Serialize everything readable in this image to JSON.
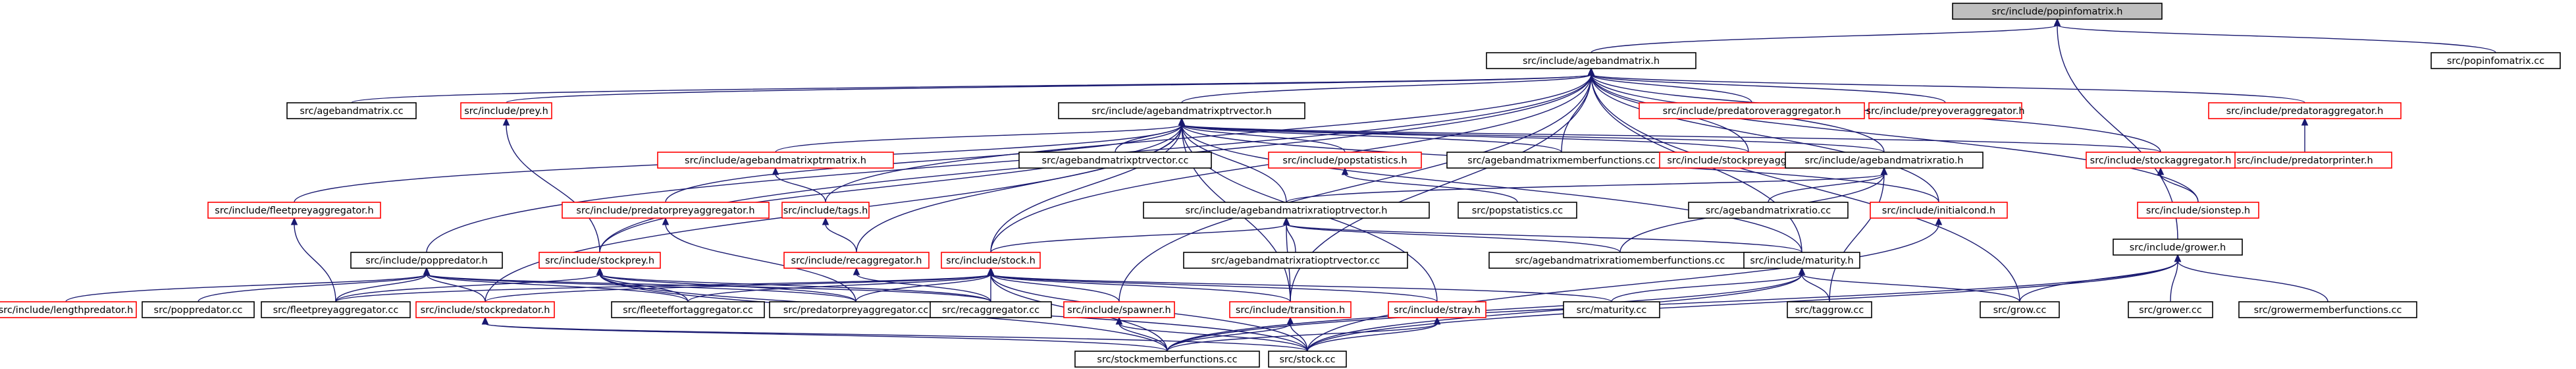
{
  "nodes": {
    "popinfomatrix_h": {
      "label": "src/include/popinfomatrix.h",
      "red": false,
      "root": true
    },
    "agebandmatrix_h": {
      "label": "src/include/agebandmatrix.h",
      "red": false
    },
    "popinfomatrix_cc": {
      "label": "src/popinfomatrix.cc",
      "red": false
    },
    "grower_h": {
      "label": "src/include/grower.h",
      "red": false
    },
    "agebandmatrix_cc": {
      "label": "src/agebandmatrix.cc",
      "red": false
    },
    "prey_h": {
      "label": "src/include/prey.h",
      "red": true
    },
    "agebandmatrixptrvector_h": {
      "label": "src/include/agebandmatrixptrvector.h",
      "red": false
    },
    "predatoroveraggregator_h": {
      "label": "src/include/predatoroveraggregator.h",
      "red": true
    },
    "preyoveraggregator_h": {
      "label": "src/include/preyoveraggregator.h",
      "red": true
    },
    "predatoraggregator_h": {
      "label": "src/include/predatoraggregator.h",
      "red": true
    },
    "predatorprinter_h": {
      "label": "src/include/predatorprinter.h",
      "red": true
    },
    "agebandmatrixptrmatrix_h": {
      "label": "src/include/agebandmatrixptrmatrix.h",
      "red": true
    },
    "agebandmatrixptrvector_cc": {
      "label": "src/agebandmatrixptrvector.cc",
      "red": false
    },
    "popstatistics_h": {
      "label": "src/include/popstatistics.h",
      "red": true
    },
    "agebandmatrixmemberfunctions_cc": {
      "label": "src/agebandmatrixmemberfunctions.cc",
      "red": false
    },
    "stockpreyaggregator_h": {
      "label": "src/include/stockpreyaggregator.h",
      "red": true
    },
    "agebandmatrixratio_h": {
      "label": "src/include/agebandmatrixratio.h",
      "red": false
    },
    "stockaggregator_h": {
      "label": "src/include/stockaggregator.h",
      "red": true
    },
    "fleetpreyaggregator_h": {
      "label": "src/include/fleetpreyaggregator.h",
      "red": true
    },
    "predatorpreyaggregator_h": {
      "label": "src/include/predatorpreyaggregator.h",
      "red": true
    },
    "tags_h": {
      "label": "src/include/tags.h",
      "red": true
    },
    "agebandmatrixratioptrvector_h": {
      "label": "src/include/agebandmatrixratioptrvector.h",
      "red": false
    },
    "popstatistics_cc": {
      "label": "src/popstatistics.cc",
      "red": false
    },
    "agebandmatrixratio_cc": {
      "label": "src/agebandmatrixratio.cc",
      "red": false
    },
    "initialcond_h": {
      "label": "src/include/initialcond.h",
      "red": true
    },
    "sionstep_h": {
      "label": "src/include/sionstep.h",
      "red": true
    },
    "poppredator_h": {
      "label": "src/include/poppredator.h",
      "red": false
    },
    "stockprey_h": {
      "label": "src/include/stockprey.h",
      "red": true
    },
    "recaggregator_h": {
      "label": "src/include/recaggregator.h",
      "red": true
    },
    "agebandmatrixratioptrvector_cc": {
      "label": "src/agebandmatrixratioptrvector.cc",
      "red": false
    },
    "stock_h": {
      "label": "src/include/stock.h",
      "red": true
    },
    "agebandmatrixratiomemberfunctions_cc": {
      "label": "src/agebandmatrixratiomemberfunctions.cc",
      "red": false
    },
    "maturity_h": {
      "label": "src/include/maturity.h",
      "red": false
    },
    "lengthpredator_h": {
      "label": "src/include/lengthpredator.h",
      "red": true
    },
    "poppredator_cc": {
      "label": "src/poppredator.cc",
      "red": false
    },
    "fleetpreyaggregator_cc": {
      "label": "src/fleetpreyaggregator.cc",
      "red": false
    },
    "stockpredator_h": {
      "label": "src/include/stockpredator.h",
      "red": true
    },
    "fleeteffortaggregator_cc": {
      "label": "src/fleeteffortaggregator.cc",
      "red": false
    },
    "predatorpreyaggregator_cc": {
      "label": "src/predatorpreyaggregator.cc",
      "red": false
    },
    "recaggregator_cc": {
      "label": "src/recaggregator.cc",
      "red": false
    },
    "spawner_h": {
      "label": "src/include/spawner.h",
      "red": true
    },
    "transition_h": {
      "label": "src/include/transition.h",
      "red": true
    },
    "stray_h": {
      "label": "src/include/stray.h",
      "red": true
    },
    "maturity_cc": {
      "label": "src/maturity.cc",
      "red": false
    },
    "taggrow_cc": {
      "label": "src/taggrow.cc",
      "red": false
    },
    "grow_cc": {
      "label": "src/grow.cc",
      "red": false
    },
    "grower_cc": {
      "label": "src/grower.cc",
      "red": false
    },
    "growermemberfunctions_cc": {
      "label": "src/growermemberfunctions.cc",
      "red": false
    },
    "stockmemberfunctions_cc": {
      "label": "src/stockmemberfunctions.cc",
      "red": false
    },
    "stock_cc": {
      "label": "src/stock.cc",
      "red": false
    }
  },
  "edges": [
    [
      "agebandmatrix_h",
      "popinfomatrix_h"
    ],
    [
      "popinfomatrix_cc",
      "popinfomatrix_h"
    ],
    [
      "grower_h",
      "popinfomatrix_h"
    ],
    [
      "agebandmatrix_cc",
      "agebandmatrix_h"
    ],
    [
      "prey_h",
      "agebandmatrix_h"
    ],
    [
      "agebandmatrixptrvector_h",
      "agebandmatrix_h"
    ],
    [
      "predatoroveraggregator_h",
      "agebandmatrix_h"
    ],
    [
      "preyoveraggregator_h",
      "agebandmatrix_h"
    ],
    [
      "predatoraggregator_h",
      "agebandmatrix_h"
    ],
    [
      "agebandmatrixmemberfunctions_cc",
      "agebandmatrix_h"
    ],
    [
      "stockpreyaggregator_h",
      "agebandmatrix_h"
    ],
    [
      "agebandmatrixratio_h",
      "agebandmatrix_h"
    ],
    [
      "stockaggregator_h",
      "agebandmatrix_h"
    ],
    [
      "sionstep_h",
      "agebandmatrix_h"
    ],
    [
      "poppredator_h",
      "agebandmatrix_h"
    ],
    [
      "tags_h",
      "agebandmatrix_h"
    ],
    [
      "stockprey_h",
      "agebandmatrix_h"
    ],
    [
      "stock_h",
      "agebandmatrix_h"
    ],
    [
      "initialcond_h",
      "agebandmatrix_h"
    ],
    [
      "maturity_h",
      "agebandmatrix_h"
    ],
    [
      "grow_cc",
      "agebandmatrix_h"
    ],
    [
      "spawner_h",
      "agebandmatrix_h"
    ],
    [
      "transition_h",
      "agebandmatrix_h"
    ],
    [
      "predatorprinter_h",
      "predatoraggregator_h"
    ],
    [
      "agebandmatrixptrmatrix_h",
      "agebandmatrixptrvector_h"
    ],
    [
      "agebandmatrixptrvector_cc",
      "agebandmatrixptrvector_h"
    ],
    [
      "popstatistics_h",
      "agebandmatrixptrvector_h"
    ],
    [
      "agebandmatrixmemberfunctions_cc",
      "agebandmatrixptrvector_h"
    ],
    [
      "stockpreyaggregator_h",
      "agebandmatrixptrvector_h"
    ],
    [
      "agebandmatrixratio_h",
      "agebandmatrixptrvector_h"
    ],
    [
      "stockaggregator_h",
      "agebandmatrixptrvector_h"
    ],
    [
      "fleetpreyaggregator_h",
      "agebandmatrixptrvector_h"
    ],
    [
      "predatorpreyaggregator_h",
      "agebandmatrixptrvector_h"
    ],
    [
      "agebandmatrixratioptrvector_h",
      "agebandmatrixptrvector_h"
    ],
    [
      "recaggregator_h",
      "agebandmatrixptrvector_h"
    ],
    [
      "stockprey_h",
      "agebandmatrixptrvector_h"
    ],
    [
      "stock_h",
      "agebandmatrixptrvector_h"
    ],
    [
      "stockpredator_h",
      "agebandmatrixptrvector_h"
    ],
    [
      "initialcond_h",
      "agebandmatrixptrvector_h"
    ],
    [
      "maturity_h",
      "agebandmatrixptrvector_h"
    ],
    [
      "transition_h",
      "agebandmatrixptrvector_h"
    ],
    [
      "stray_h",
      "agebandmatrixptrvector_h"
    ],
    [
      "tags_h",
      "agebandmatrixptrmatrix_h"
    ],
    [
      "popstatistics_cc",
      "popstatistics_h"
    ],
    [
      "sionstep_h",
      "stockaggregator_h"
    ],
    [
      "fleetpreyaggregator_cc",
      "fleetpreyaggregator_h"
    ],
    [
      "predatorpreyaggregator_cc",
      "predatorpreyaggregator_h"
    ],
    [
      "recaggregator_h",
      "tags_h"
    ],
    [
      "agebandmatrixratioptrvector_h",
      "agebandmatrixratio_h"
    ],
    [
      "agebandmatrixratio_cc",
      "agebandmatrixratio_h"
    ],
    [
      "agebandmatrixratiomemberfunctions_cc",
      "agebandmatrixratio_h"
    ],
    [
      "taggrow_cc",
      "agebandmatrixratio_h"
    ],
    [
      "agebandmatrixratioptrvector_cc",
      "agebandmatrixratioptrvector_h"
    ],
    [
      "stock_h",
      "agebandmatrixratioptrvector_h"
    ],
    [
      "agebandmatrixratiomemberfunctions_cc",
      "agebandmatrixratioptrvector_h"
    ],
    [
      "maturity_h",
      "agebandmatrixratioptrvector_h"
    ],
    [
      "transition_h",
      "agebandmatrixratioptrvector_h"
    ],
    [
      "stock_cc",
      "initialcond_h"
    ],
    [
      "stockprey_h",
      "prey_h"
    ],
    [
      "lengthpredator_h",
      "poppredator_h"
    ],
    [
      "poppredator_cc",
      "poppredator_h"
    ],
    [
      "fleetpreyaggregator_cc",
      "poppredator_h"
    ],
    [
      "stockpredator_h",
      "poppredator_h"
    ],
    [
      "predatorpreyaggregator_cc",
      "poppredator_h"
    ],
    [
      "fleeteffortaggregator_cc",
      "poppredator_h"
    ],
    [
      "recaggregator_cc",
      "poppredator_h"
    ],
    [
      "stockmemberfunctions_cc",
      "stockprey_h"
    ],
    [
      "stock_cc",
      "stockprey_h"
    ],
    [
      "fleeteffortaggregator_cc",
      "stockprey_h"
    ],
    [
      "fleetpreyaggregator_cc",
      "stockprey_h"
    ],
    [
      "predatorpreyaggregator_cc",
      "stockprey_h"
    ],
    [
      "recaggregator_cc",
      "stockprey_h"
    ],
    [
      "recaggregator_cc",
      "recaggregator_h"
    ],
    [
      "fleetpreyaggregator_cc",
      "stock_h"
    ],
    [
      "stockpredator_h",
      "stock_h"
    ],
    [
      "fleeteffortaggregator_cc",
      "stock_h"
    ],
    [
      "predatorpreyaggregator_cc",
      "stock_h"
    ],
    [
      "recaggregator_cc",
      "stock_h"
    ],
    [
      "spawner_h",
      "stock_h"
    ],
    [
      "transition_h",
      "stock_h"
    ],
    [
      "stray_h",
      "stock_h"
    ],
    [
      "maturity_cc",
      "stock_h"
    ],
    [
      "stockmemberfunctions_cc",
      "stock_h"
    ],
    [
      "stock_cc",
      "stock_h"
    ],
    [
      "maturity_cc",
      "maturity_h"
    ],
    [
      "taggrow_cc",
      "maturity_h"
    ],
    [
      "grow_cc",
      "maturity_h"
    ],
    [
      "stockmemberfunctions_cc",
      "maturity_h"
    ],
    [
      "stock_cc",
      "maturity_h"
    ],
    [
      "stockmemberfunctions_cc",
      "stockpredator_h"
    ],
    [
      "stock_cc",
      "stockpredator_h"
    ],
    [
      "stockmemberfunctions_cc",
      "spawner_h"
    ],
    [
      "stock_cc",
      "spawner_h"
    ],
    [
      "stockmemberfunctions_cc",
      "transition_h"
    ],
    [
      "stock_cc",
      "transition_h"
    ],
    [
      "stockmemberfunctions_cc",
      "stray_h"
    ],
    [
      "stock_cc",
      "stray_h"
    ],
    [
      "grow_cc",
      "grower_h"
    ],
    [
      "grower_cc",
      "grower_h"
    ],
    [
      "growermemberfunctions_cc",
      "grower_h"
    ],
    [
      "stockmemberfunctions_cc",
      "grower_h"
    ],
    [
      "stock_cc",
      "grower_h"
    ]
  ]
}
